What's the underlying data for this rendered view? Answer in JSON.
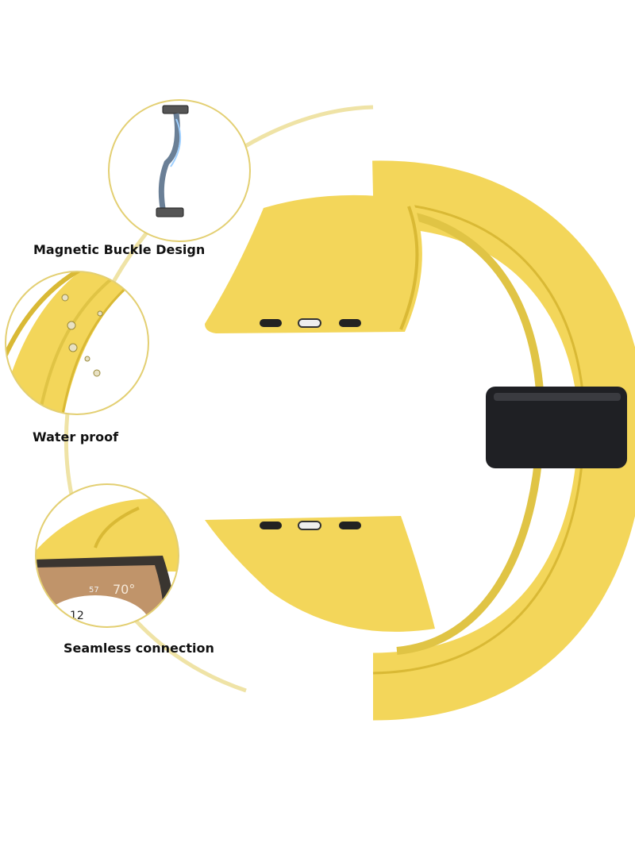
{
  "features": [
    {
      "label": "Magnetic Buckle Design",
      "icon": "magnetic-buckle-icon"
    },
    {
      "label": "Water proof",
      "icon": "water-drops-icon"
    },
    {
      "label": "Seamless connection",
      "icon": "watch-connection-icon"
    }
  ],
  "watch_face": {
    "temp": "70°",
    "small": "57",
    "hour": "12"
  },
  "colors": {
    "band": "#f3d65a",
    "band_shadow": "#d9b935",
    "outline": "#e3cf72",
    "buckle": "#1f2024"
  }
}
